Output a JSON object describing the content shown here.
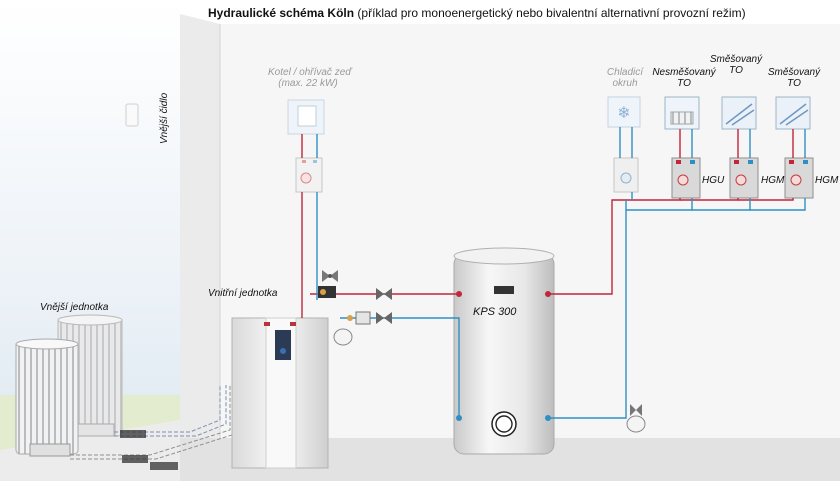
{
  "title": {
    "bold": "Hydraulické schéma Köln",
    "rest": " (příklad pro monoenergetický nebo bivalentní alternativní provozní režim)"
  },
  "labels": {
    "outdoor_sensor": "Vnější čidlo",
    "outdoor_unit": "Vnější jednotka",
    "indoor_unit": "Vnitřní jednotka",
    "boiler_line1": "Kotel / ohřívač zeď",
    "boiler_line2": "(max. 22 kW)",
    "cooling_line1": "Chladicí",
    "cooling_line2": "okruh",
    "unmixed_line1": "Nesměšovaný",
    "unmixed_line2": "TO",
    "mixed1_line1": "Směšovaný",
    "mixed1_line2": "TO",
    "mixed2_line1": "Směšovaný",
    "mixed2_line2": "TO",
    "hgu": "HGU",
    "hgm1": "HGM",
    "hgm2": "HGM",
    "tank": "KPS 300"
  },
  "colors": {
    "supply": "#c0273a",
    "return": "#2f8fc4",
    "wall": "#e6e6e6",
    "floor": "#dedede",
    "grass": "#dfe8c9",
    "sky": "#dfeaf3"
  }
}
